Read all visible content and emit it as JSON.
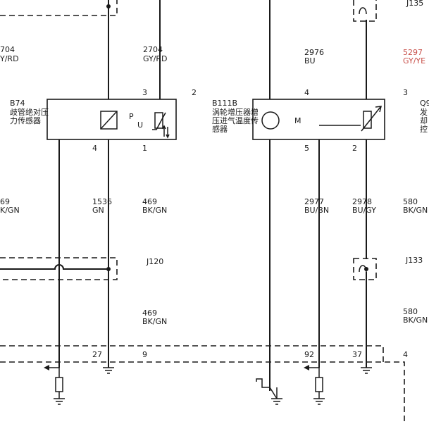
{
  "top": {
    "w1_num": "704",
    "w1_col": "Y/RD",
    "w2_num": "2704",
    "w2_col": "GY/RD",
    "w3_num": "2976",
    "w3_col": "BU",
    "w4_num": "5297",
    "w4_col": "GY/YE",
    "ref": "J135"
  },
  "b74": {
    "id": "B74",
    "name_l1": "歧管绝对压",
    "name_l2": "力传感器",
    "pin_tl": "3",
    "pin_tr": "2",
    "pin_bl": "4",
    "pin_br": "1",
    "sym_p": "P",
    "sym_u": "U"
  },
  "b111b": {
    "id": "B111B",
    "name_l1": "涡轮增压器增",
    "name_l2": "压进气温度传",
    "name_l3": "感器",
    "pin_tl": "4",
    "pin_tr": "3",
    "pin_bl": "5",
    "pin_br": "2",
    "sym_m": "M"
  },
  "right_edge": {
    "id": "Q9",
    "l1": "发",
    "l2": "却",
    "l3": "控"
  },
  "mid": {
    "w_a_num": "69",
    "w_a_col": "K/GN",
    "w_b_num": "1536",
    "w_b_col": "GN",
    "w_c_num": "469",
    "w_c_col": "BK/GN",
    "w_d_num": "2977",
    "w_d_col": "BU/BN",
    "w_e_num": "2978",
    "w_e_col": "BU/GY",
    "w_f_num": "580",
    "w_f_col": "BK/GN"
  },
  "splice": {
    "j120": "J120",
    "j133": "J133"
  },
  "low": {
    "w_g_num": "469",
    "w_g_col": "BK/GN",
    "w_h_num": "580",
    "w_h_col": "BK/GN"
  },
  "bottom": {
    "p27": "27",
    "p9": "9",
    "p92": "92",
    "p37": "37",
    "p4": "4"
  },
  "colors": {
    "ink": "#1a1a1a",
    "highlight": "#c8504a"
  }
}
